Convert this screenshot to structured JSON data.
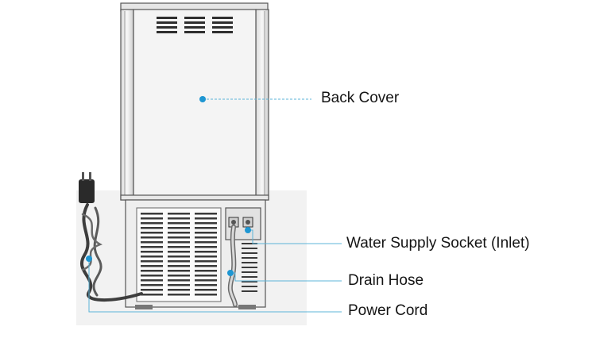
{
  "figure": {
    "subject": "Appliance rear view",
    "callouts": [
      {
        "id": "back-cover",
        "label": "Back Cover"
      },
      {
        "id": "water-supply-socket",
        "label": "Water Supply Socket (Inlet)"
      },
      {
        "id": "drain-hose",
        "label": "Drain Hose"
      },
      {
        "id": "power-cord",
        "label": "Power Cord"
      }
    ]
  },
  "colors": {
    "leader_line": "#5cb4d8",
    "marker": "#1e96d2",
    "body_outline": "#555555",
    "panel_fill": "#f4f4f4",
    "vent_fill": "#3a3a3a",
    "label_text": "#141414"
  }
}
